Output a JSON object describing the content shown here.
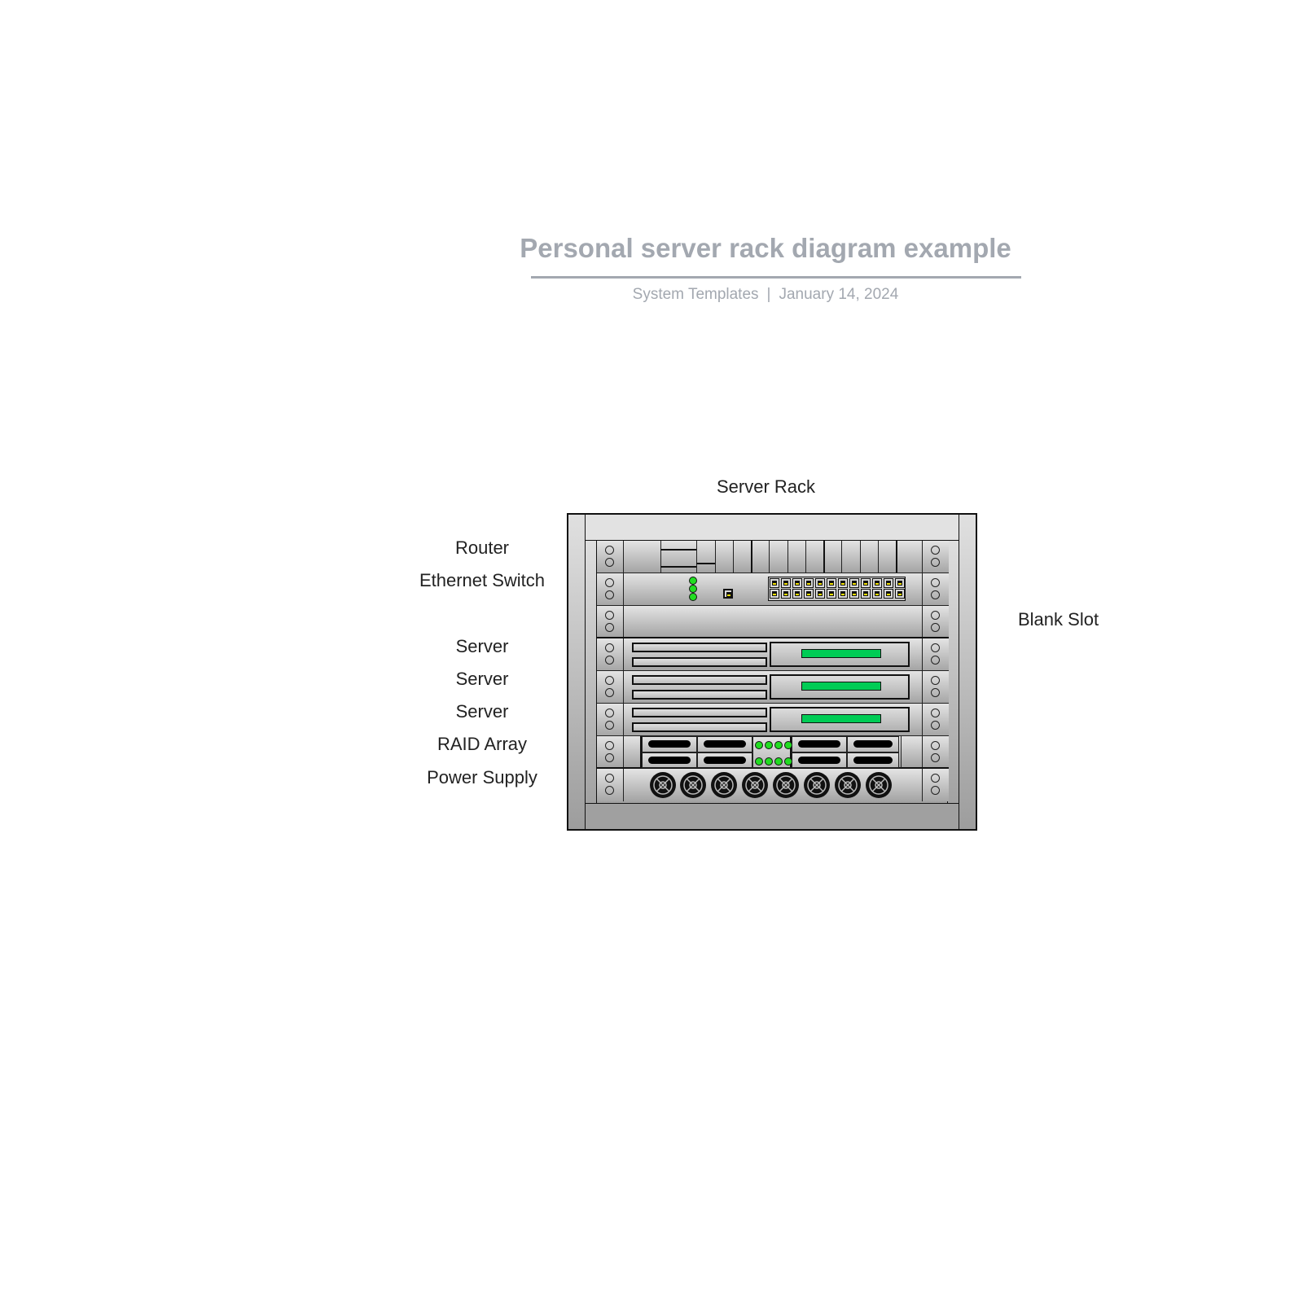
{
  "header": {
    "title": "Personal server rack diagram example",
    "subtitle_source": "System Templates",
    "subtitle_separator": "|",
    "subtitle_date": "January 14, 2024"
  },
  "diagram": {
    "rack_title": "Server Rack",
    "units": [
      {
        "label": "Router",
        "type": "router"
      },
      {
        "label": "Ethernet Switch",
        "type": "switch",
        "port_count": 24,
        "status_leds": 3
      },
      {
        "label": "Blank Slot",
        "type": "blank",
        "label_side": "right"
      },
      {
        "label": "Server",
        "type": "server"
      },
      {
        "label": "Server",
        "type": "server"
      },
      {
        "label": "Server",
        "type": "server"
      },
      {
        "label": "RAID Array",
        "type": "raid",
        "drive_bays": 8,
        "status_leds": 8
      },
      {
        "label": "Power Supply",
        "type": "power",
        "fans": 8
      }
    ],
    "colors": {
      "led_green": "#22dd22",
      "server_bar": "#00cc55",
      "port_yellow": "#f0e000",
      "title_gray": "#a3a8b0"
    }
  }
}
